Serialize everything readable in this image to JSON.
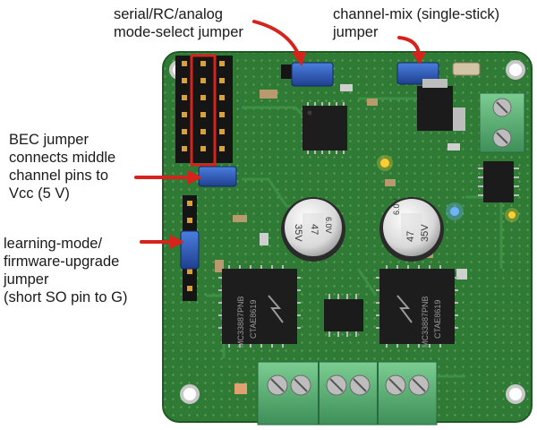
{
  "callouts": {
    "mode_select": [
      "serial/RC/analog",
      "mode-select jumper"
    ],
    "channel_mix": [
      "channel-mix (single-stick)",
      "jumper"
    ],
    "bec": [
      "BEC jumper",
      "connects middle",
      "channel pins to",
      "Vcc (5 V)"
    ],
    "learning": [
      "learning-mode/",
      "firmware-upgrade",
      "jumper",
      "(short SO pin to G)"
    ]
  },
  "board_markings": {
    "capacitor_left": [
      "35V",
      "47",
      "6.0V"
    ],
    "capacitor_right": [
      "6.0V",
      "47",
      "35V"
    ],
    "driver_chip_left": [
      "MC33887PNB",
      "CTAE8619"
    ],
    "driver_chip_right": [
      "MC33887PNB",
      "CTAE8619"
    ]
  },
  "colors": {
    "board": "#2f7a35",
    "board_dark": "#1f5a25",
    "jumper": "#2a5bb5",
    "arrow": "#d6231c",
    "terminal": "#5fb57a",
    "pin_header": "#151515",
    "pin_gold": "#d8a23a",
    "text": "#1a1a1a"
  }
}
